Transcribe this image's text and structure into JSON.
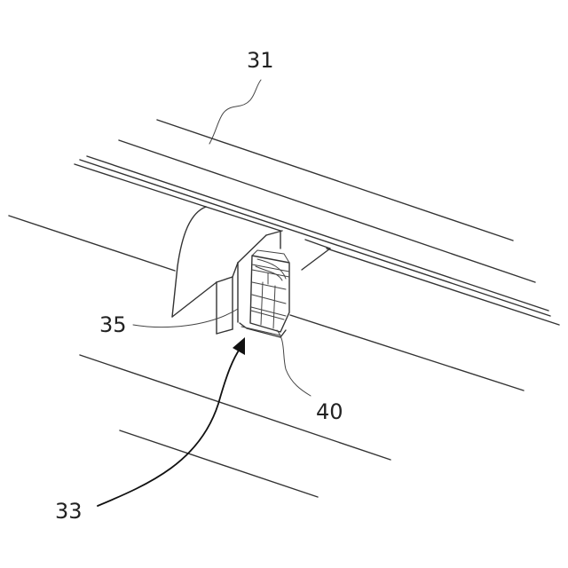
{
  "labels": {
    "ref_31": "31",
    "ref_35": "35",
    "ref_40": "40",
    "ref_33": "33"
  },
  "colors": {
    "line": "#333333",
    "background": "#ffffff"
  }
}
